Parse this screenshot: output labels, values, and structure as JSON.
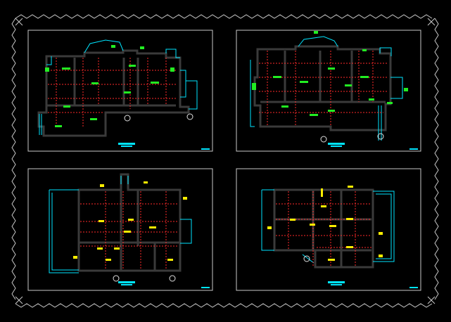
{
  "drawing": {
    "background": "#000000",
    "colors": {
      "border": "#c8c8c8",
      "frame": "#c8c8c8",
      "wall": "#3a3a3a",
      "window": "#00e5ff",
      "axis": "#ff2a2a",
      "tag_green": "#22ee22",
      "tag_yellow": "#ffee00",
      "title_bar": "#00e5ff",
      "symbol": "#e0e0e0"
    },
    "sheets": [
      {
        "name": "plan-top-left"
      },
      {
        "name": "plan-top-right"
      },
      {
        "name": "plan-bottom-left"
      },
      {
        "name": "plan-bottom-right"
      }
    ]
  }
}
